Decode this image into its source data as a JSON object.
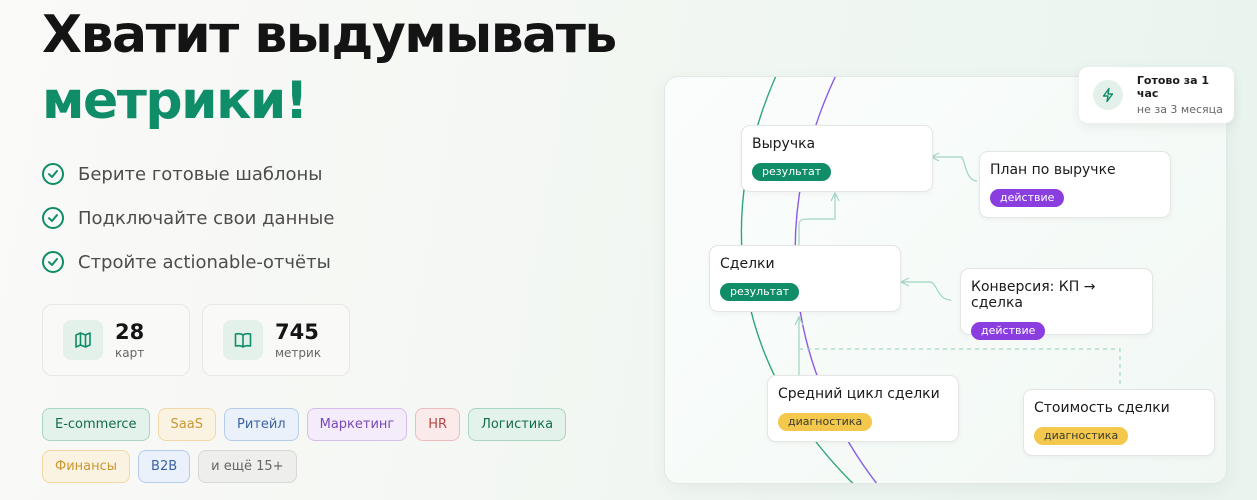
{
  "hero": {
    "title_line1": "Хватит выдумывать",
    "title_line2": "метрики!"
  },
  "features": [
    "Берите готовые шаблоны",
    "Подключайте свои данные",
    "Стройте actionable-отчёты"
  ],
  "stats": [
    {
      "value": "28",
      "label": "карт",
      "icon": "map-icon"
    },
    {
      "value": "745",
      "label": "метрик",
      "icon": "book-icon"
    }
  ],
  "tags": {
    "row1": [
      "E-commerce",
      "SaaS",
      "Ритейл",
      "Маркетинг",
      "HR",
      "Логистика"
    ],
    "row2": [
      "Финансы",
      "B2B",
      "и ещё 15+"
    ]
  },
  "toast": {
    "title": "Готово за 1 час",
    "subtitle": "не за 3 месяца"
  },
  "diagram": {
    "nodes": [
      {
        "title": "Выручка",
        "tag": "результат"
      },
      {
        "title": "План по выручке",
        "tag": "действие"
      },
      {
        "title": "Сделки",
        "tag": "результат"
      },
      {
        "title": "Конверсия: КП → сделка",
        "tag": "действие"
      },
      {
        "title": "Средний цикл сделки",
        "tag": "диагностика"
      },
      {
        "title": "Стоимость сделки",
        "tag": "диагностика"
      }
    ]
  },
  "colors": {
    "brand_green": "#0f8c68",
    "action_purple": "#8b3ee0",
    "diagnostic_yellow": "#f4c84c"
  }
}
